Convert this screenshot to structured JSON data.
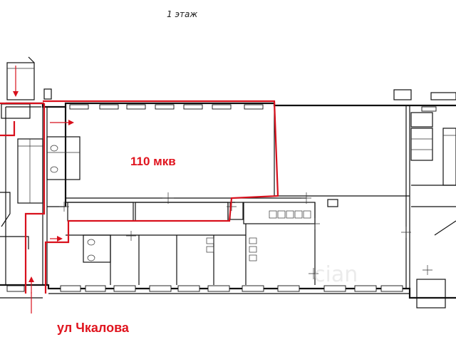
{
  "floor_label": "1 этаж",
  "area_label": "110 мкв",
  "street_label": "ул Чкалова",
  "watermark": "cian",
  "colors": {
    "highlight": "#d8101c",
    "label_red": "#e0141e",
    "wall": "#111111",
    "background": "#ffffff"
  }
}
